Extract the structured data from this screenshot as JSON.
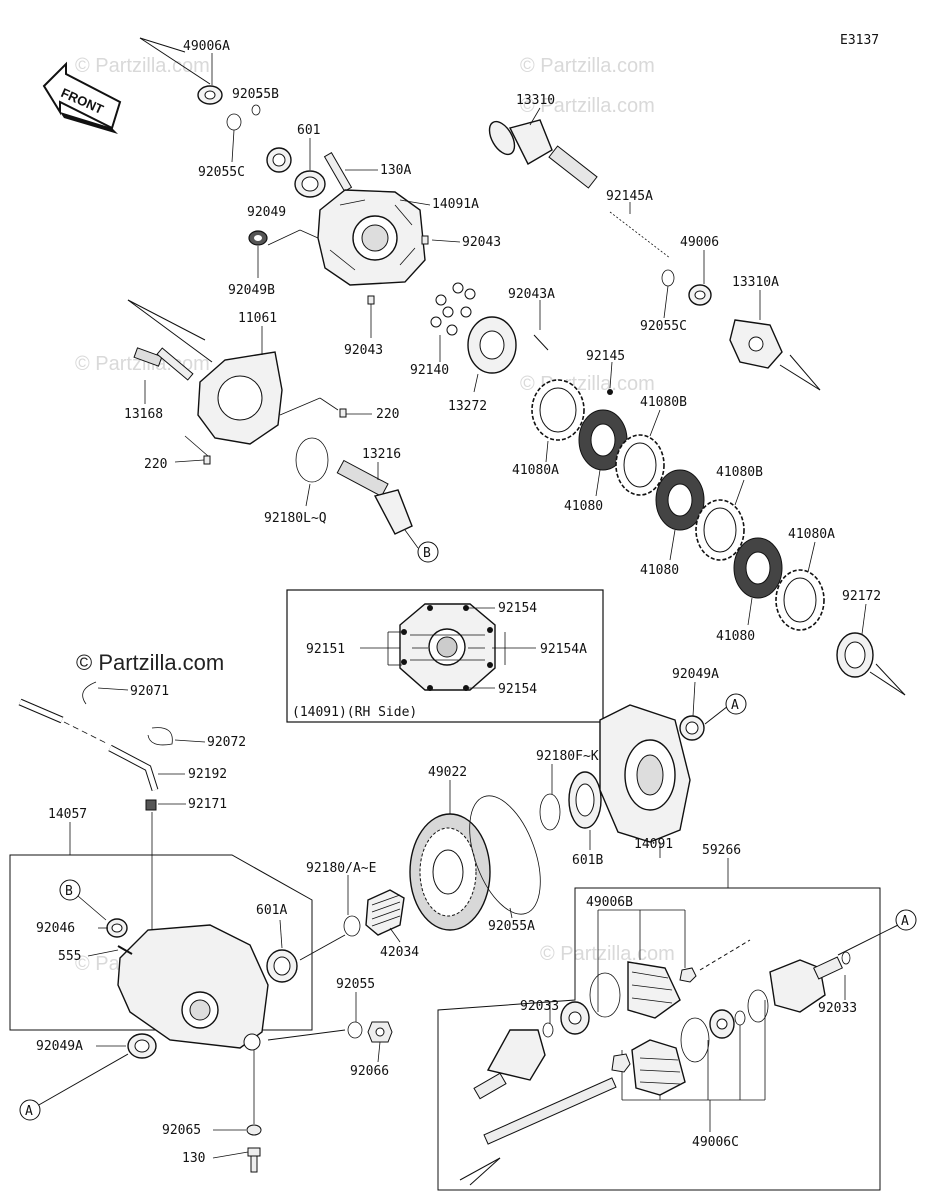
{
  "diagram_code": "E3137",
  "front_label": "FRONT",
  "watermark": "© Partzilla.com",
  "inset_caption": "(14091)(RH Side)",
  "callout_a": "A",
  "callout_b": "B",
  "labels": {
    "p49006A": "49006A",
    "p92055B": "92055B",
    "p92055C": "92055C",
    "p601": "601",
    "p130A": "130A",
    "p92049": "92049",
    "p14091A": "14091A",
    "p92043a": "92043",
    "p92049B": "92049B",
    "p92043b": "92043",
    "p11061": "11061",
    "p13168": "13168",
    "p220a": "220",
    "p220b": "220",
    "p13216": "13216",
    "p92180LQ": "92180L~Q",
    "p13310": "13310",
    "p92145A": "92145A",
    "p49006": "49006",
    "p13310A": "13310A",
    "p92055C2": "92055C",
    "p92043A": "92043A",
    "p92140": "92140",
    "p13272": "13272",
    "p92145": "92145",
    "p41080B1": "41080B",
    "p41080A1": "41080A",
    "p41080a": "41080",
    "p41080B2": "41080B",
    "p41080b": "41080",
    "p41080A2": "41080A",
    "p41080c": "41080",
    "p92172": "92172",
    "p92154a": "92154",
    "p92151": "92151",
    "p92154A": "92154A",
    "p92154b": "92154",
    "p92071": "92071",
    "p92072": "92072",
    "p92192": "92192",
    "p92171": "92171",
    "p14057": "14057",
    "p92046": "92046",
    "p555": "555",
    "p92049A1": "92049A",
    "p92180AE": "92180/A~E",
    "p601A": "601A",
    "p42034": "42034",
    "p49022": "49022",
    "p92180FK": "92180F~K",
    "p92055A": "92055A",
    "p601B": "601B",
    "p14091": "14091",
    "p92049A2": "92049A",
    "p59266": "59266",
    "p49006B": "49006B",
    "p92033a": "92033",
    "p92033b": "92033",
    "p92055": "92055",
    "p92066": "92066",
    "p92065": "92065",
    "p130": "130",
    "p49006C": "49006C"
  }
}
